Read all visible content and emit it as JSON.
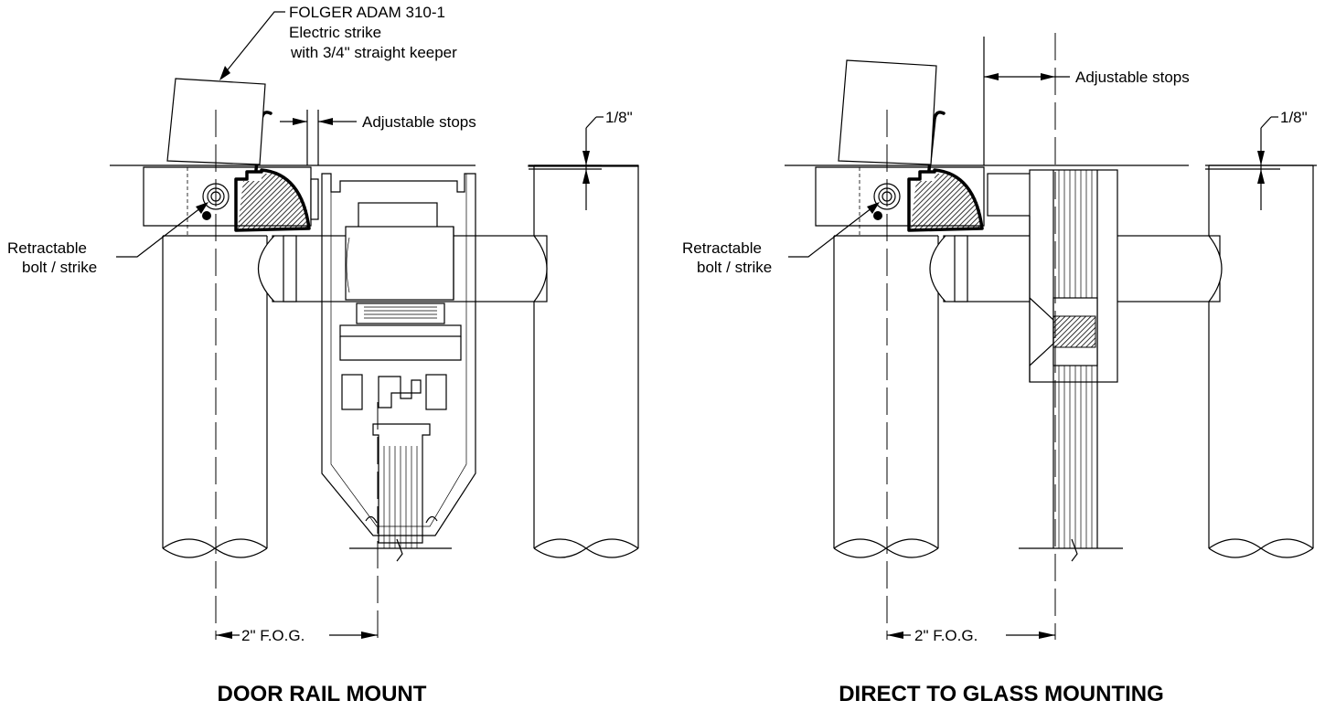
{
  "left_view": {
    "title": "DOOR RAIL MOUNT",
    "callout_line1": "FOLGER ADAM 310-1",
    "callout_line2": "Electric strike",
    "callout_line3": "with 3/4\" straight keeper",
    "adjustable_stops": "Adjustable stops",
    "gap_label": "1/8\"",
    "bolt_label_line1": "Retractable",
    "bolt_label_line2": "bolt / strike",
    "fog_label": "2\" F.O.G."
  },
  "right_view": {
    "title": "DIRECT TO GLASS MOUNTING",
    "adjustable_stops": "Adjustable stops",
    "gap_label": "1/8\"",
    "bolt_label_line1": "Retractable",
    "bolt_label_line2": "bolt / strike",
    "fog_label": "2\" F.O.G."
  }
}
